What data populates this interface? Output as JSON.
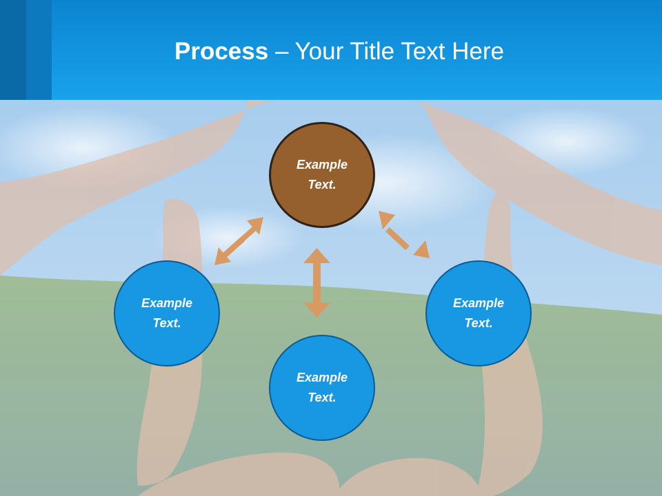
{
  "title": {
    "bold": "Process",
    "rest": " – Your Title Text Here"
  },
  "nodes": {
    "top": {
      "line1": "Example",
      "line2": "Text."
    },
    "left": {
      "line1": "Example",
      "line2": "Text."
    },
    "right": {
      "line1": "Example",
      "line2": "Text."
    },
    "bottom": {
      "line1": "Example",
      "line2": "Text."
    }
  },
  "colors": {
    "header": "#1aa2ec",
    "top_node": "#96602e",
    "node": "#1897e2",
    "arrow": "#d89a62"
  }
}
